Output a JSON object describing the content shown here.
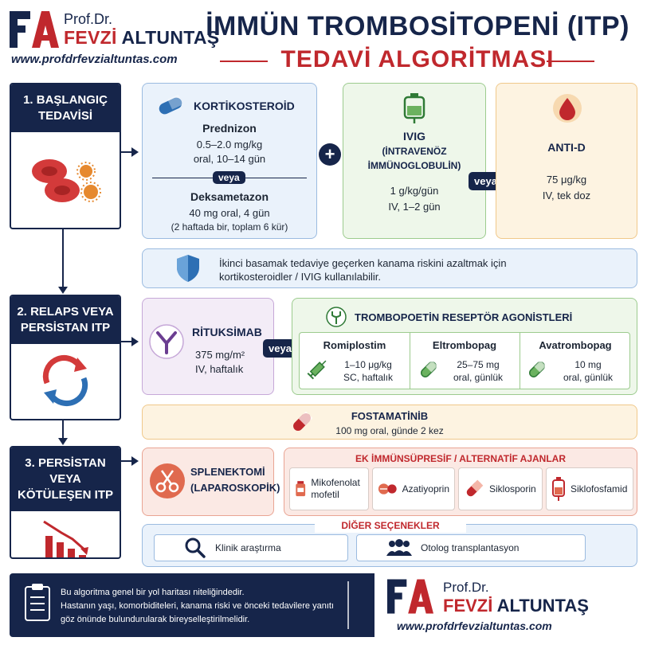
{
  "header": {
    "brand_initials": "FA",
    "brand_prefix": "Prof.Dr.",
    "brand_first": "FEVZİ",
    "brand_last": "ALTUNTAŞ",
    "brand_url": "www.profdrfevzialtuntas.com",
    "title_line1": "İMMÜN TROMBOSİTOPENİ (ITP)",
    "title_line2": "TEDAVİ ALGORİTMASI"
  },
  "steps": {
    "step1": "1. BAŞLANGIÇ TEDAVİSİ",
    "step2": "2. RELAPS VEYA PERSİSTAN ITP",
    "step3": "3. PERSİSTAN VEYA KÖTÜLEŞEN ITP"
  },
  "connector": "veya",
  "kortikosteroid": {
    "title": "KORTİKOSTEROİD",
    "drug1": "Prednizon",
    "drug1_dose": "0.5–2.0 mg/kg",
    "drug1_route": "oral, 10–14 gün",
    "drug2": "Deksametazon",
    "drug2_dose": "40 mg oral, 4 gün",
    "drug2_note": "(2 haftada bir, toplam 6 kür)"
  },
  "ivig": {
    "title": "IVIG",
    "subtitle1": "(İNTRAVENÖZ",
    "subtitle2": "İMMÜNOGLOBULİN)",
    "dose": "1 g/kg/gün",
    "route": "IV, 1–2 gün"
  },
  "antid": {
    "title": "ANTI-D",
    "dose": "75 μg/kg",
    "route": "IV, tek doz"
  },
  "note": {
    "line1": "İkinci basamak tedaviye geçerken kanama riskini azaltmak için",
    "line2": "kortikosteroidler / IVIG kullanılabilir."
  },
  "rituksimab": {
    "title": "RİTUKSİMAB",
    "dose": "375 mg/m²",
    "route": "IV, haftalık"
  },
  "tpo": {
    "title": "TROMBOPOETİN RESEPTÖR AGONİSTLERİ",
    "drugs": [
      {
        "name": "Romiplostim",
        "dose": "1–10 μg/kg",
        "route": "SC, haftalık"
      },
      {
        "name": "Eltrombopag",
        "dose": "25–75 mg",
        "route": "oral, günlük"
      },
      {
        "name": "Avatrombopag",
        "dose": "10 mg",
        "route": "oral, günlük"
      }
    ]
  },
  "fostamatinib": {
    "title": "FOSTAMATİNİB",
    "dose": "100 mg oral, günde 2 kez"
  },
  "splenektomi": {
    "line1": "SPLENEKTOMİ",
    "line2": "(LAPAROSKOPİK)"
  },
  "ek": {
    "title": "EK İMMÜNSÜPRESİF / ALTERNATİF AJANLAR",
    "drugs": [
      "Mikofenolat mofetil",
      "Azatiyoprin",
      "Siklosporin",
      "Siklofosfamid"
    ]
  },
  "diger": {
    "title": "DİĞER SEÇENEKLER",
    "items": [
      "Klinik araştırma",
      "Otolog transplantasyon"
    ]
  },
  "footer": {
    "line1": "Bu algoritma genel bir yol haritası niteliğindedir.",
    "line2": "Hastanın yaşı, komorbiditeleri, kanama riski ve önceki tedavilere yanıtı",
    "line3": "göz önünde bulundurularak bireyselleştirilmelidir."
  },
  "colors": {
    "navy": "#16254a",
    "red": "#c0282d",
    "blue_box": "#eaf2fb",
    "green_box": "#eef7ea",
    "orange_box": "#fdf3e1",
    "purple_box": "#f3ecf7",
    "salmon_box": "#fbe9e4"
  },
  "icons": [
    "logo-mark",
    "pill-icon",
    "iv-bag-icon",
    "blood-drop-icon",
    "shield-icon",
    "antibody-icon",
    "receptor-icon",
    "syringe-icon",
    "capsule-icon",
    "scissors-icon",
    "bottle-icon",
    "search-icon",
    "people-icon",
    "clipboard-icon",
    "red-blood-cells-icon",
    "cycle-arrows-icon",
    "declining-chart-icon"
  ]
}
